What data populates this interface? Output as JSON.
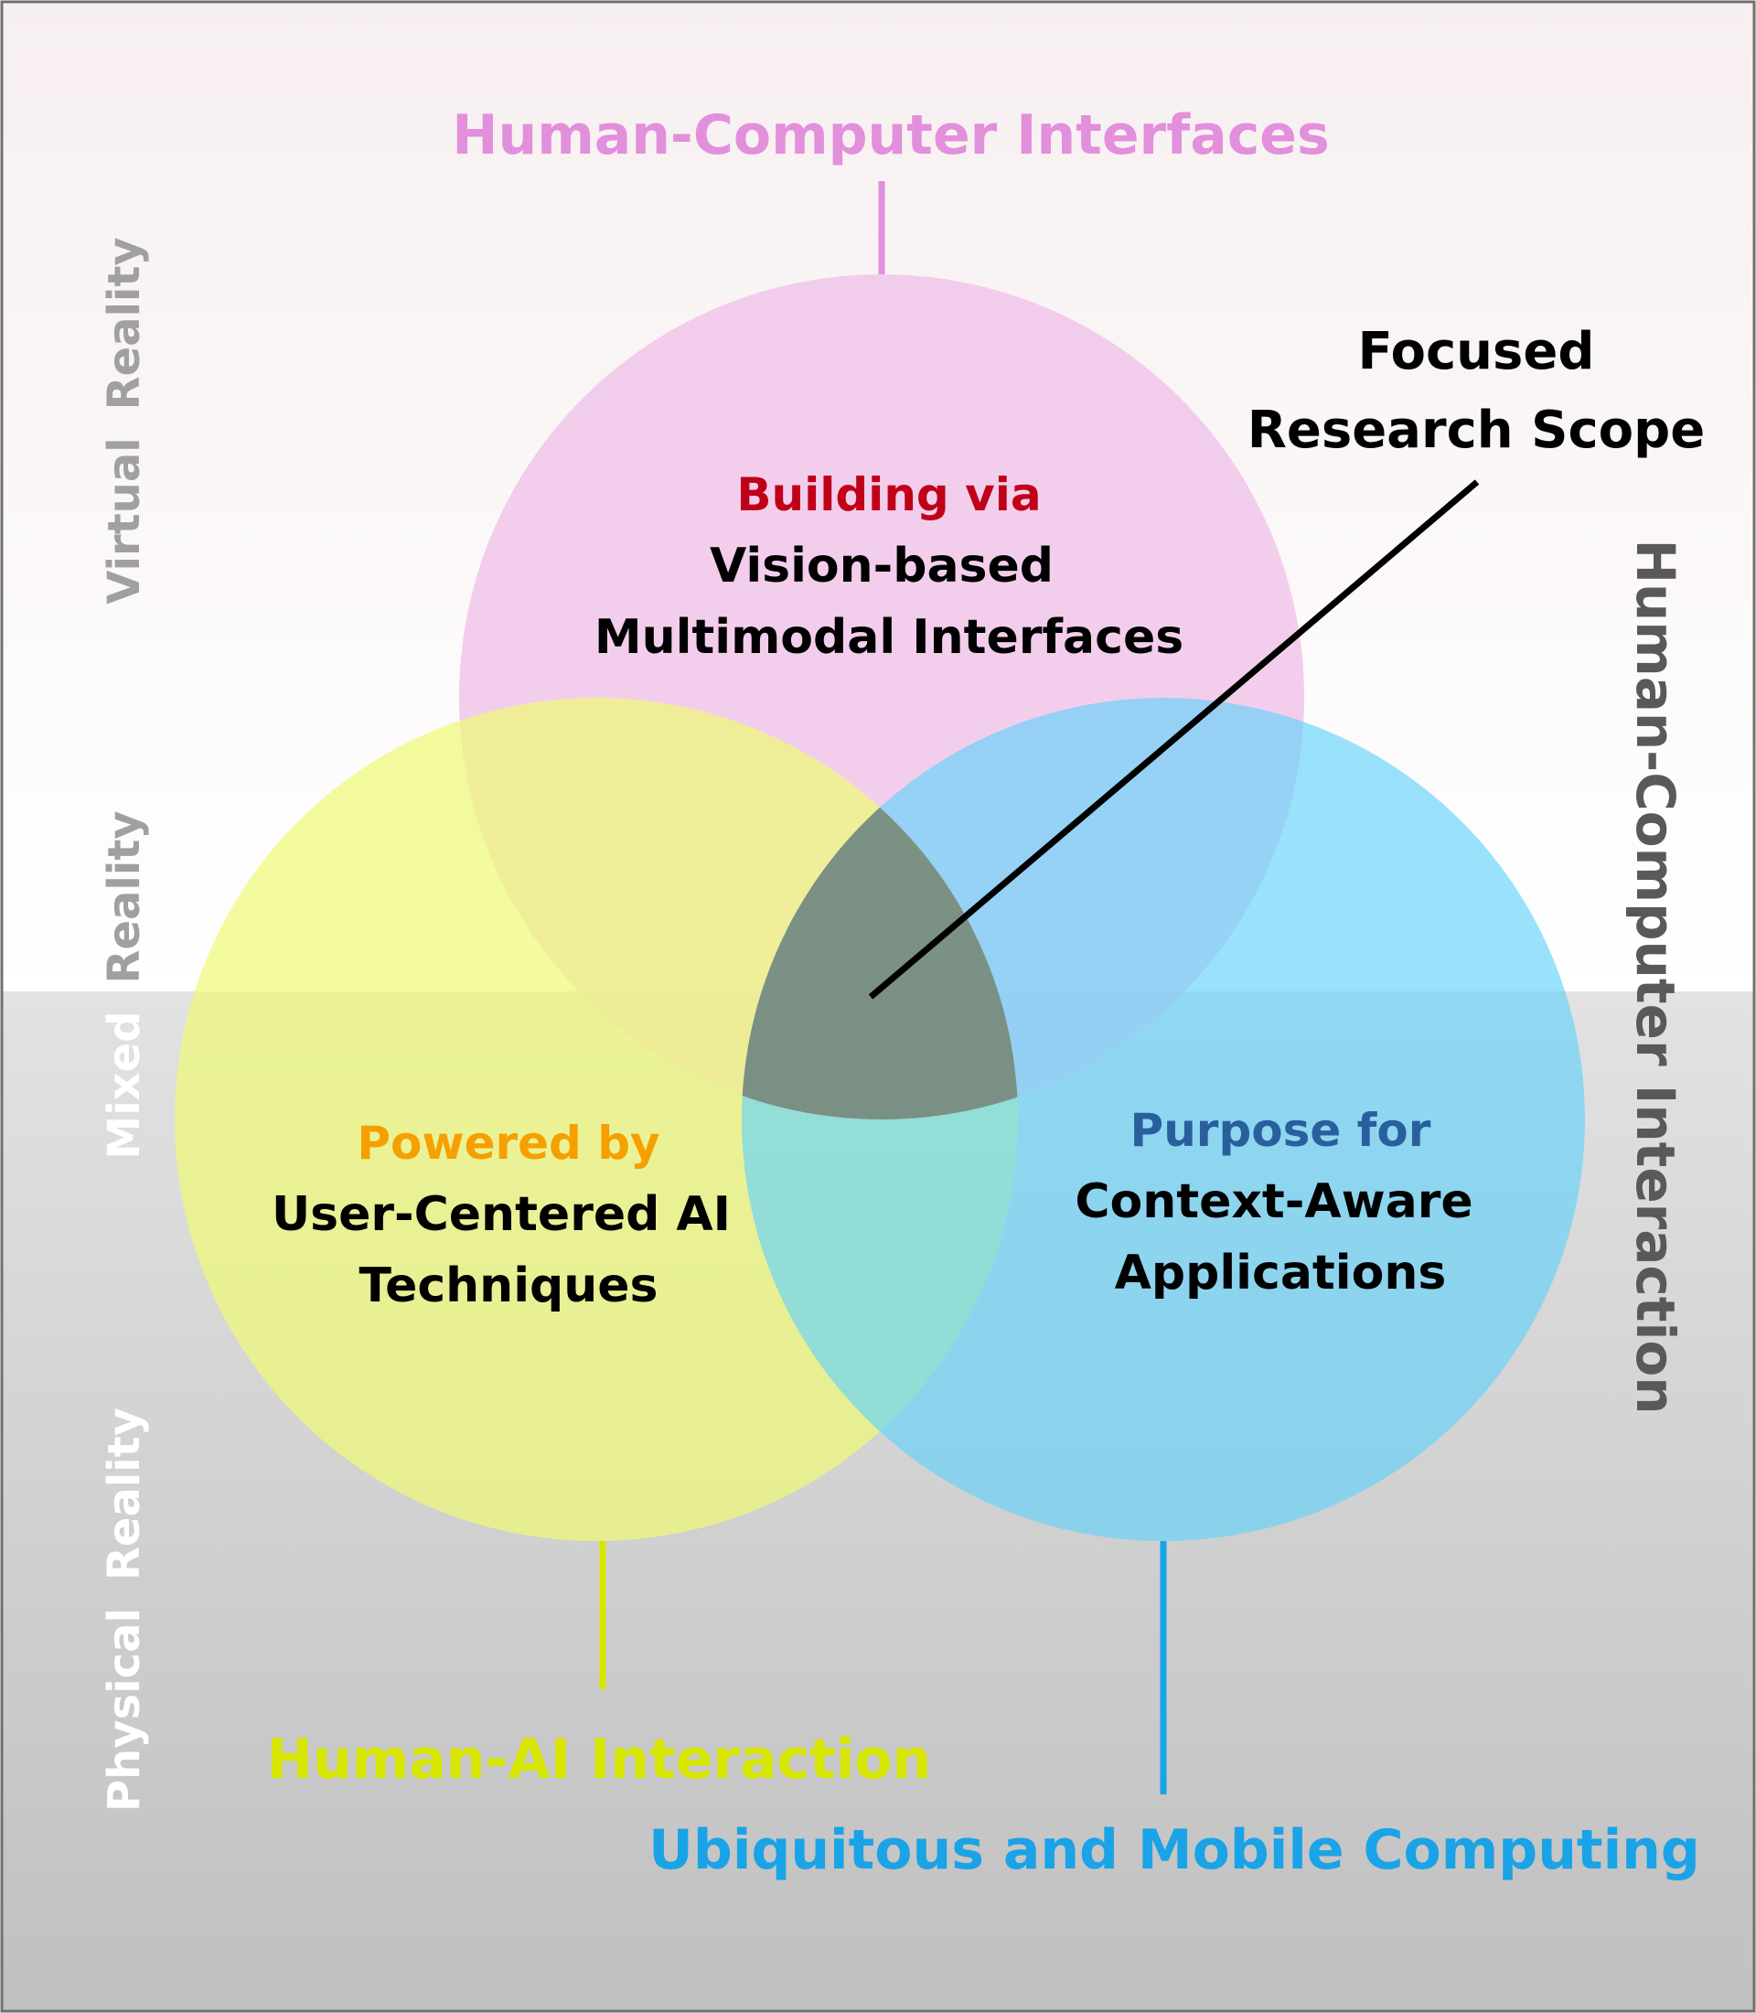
{
  "side_labels": {
    "virtual": [
      "Virtual",
      "Reality"
    ],
    "mixed": [
      "Mixed",
      "Reality"
    ],
    "physical": [
      "Physical",
      "Reality"
    ]
  },
  "right_label": "Human-Computer Interaction",
  "top_label": "Human-Computer Interfaces",
  "bottom_left_label": "Human-AI Interaction",
  "bottom_right_label": "Ubiquitous and Mobile Computing",
  "focus_label": [
    "Focused",
    "Research Scope"
  ],
  "circles": {
    "top": {
      "heading": "Building via",
      "lines": [
        "Vision-based",
        "Multimodal Interfaces"
      ]
    },
    "left": {
      "heading": "Powered by",
      "lines": [
        "User-Centered AI",
        "Techniques"
      ]
    },
    "right": {
      "heading": "Purpose for",
      "lines": [
        "Context-Aware",
        "Applications"
      ]
    }
  },
  "colors": {
    "top_circle": "#f0c3e8",
    "left_circle": "#eefa78",
    "right_circle": "#64d2fa",
    "center": "#788c80",
    "top_heading": "#c00018",
    "left_heading": "#f5a000",
    "right_heading": "#2a5f9e",
    "top_label": "#e28fdc",
    "bottom_left_label": "#d6e600",
    "bottom_right_label": "#1aa3e6",
    "side_text": "#a0a0a0",
    "right_label": "#595959"
  }
}
